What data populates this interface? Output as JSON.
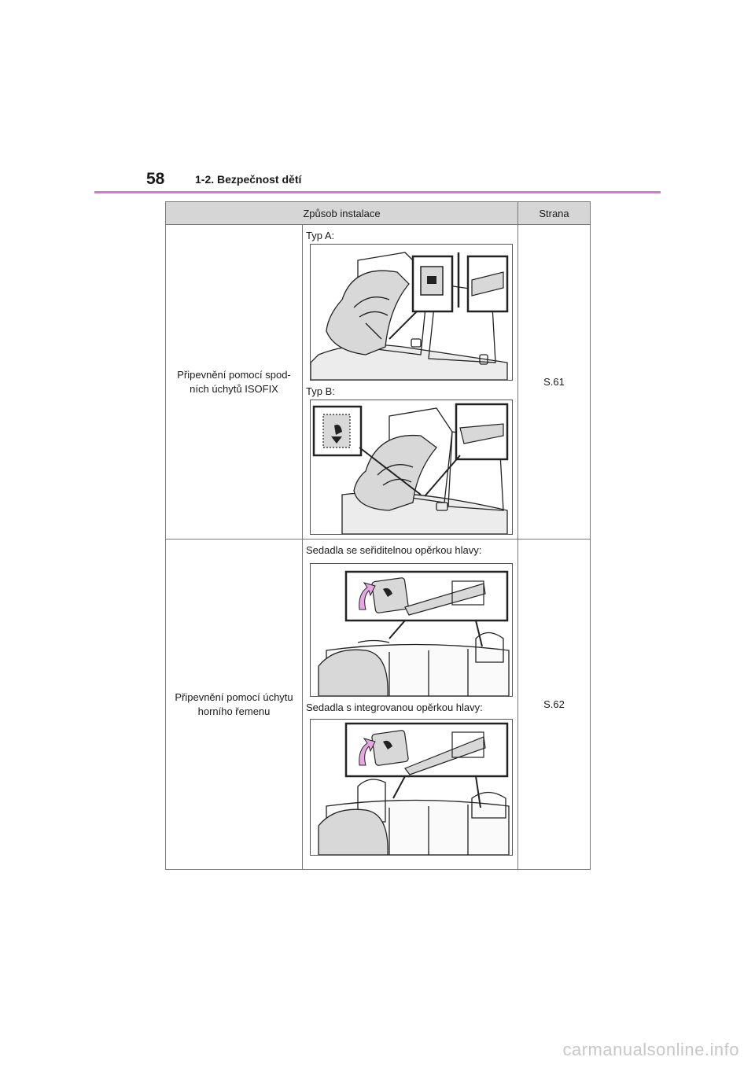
{
  "header": {
    "page_number": "58",
    "section_title": "1-2. Bezpečnost dětí",
    "accent_color": "#d977d4"
  },
  "table": {
    "col_method": "Způsob instalace",
    "col_page": "Strana",
    "rows": [
      {
        "method": "Připevnění pomocí spod-\nních úchytů ISOFIX",
        "page": "S.61",
        "figures": [
          "Typ A:",
          "Typ B:"
        ]
      },
      {
        "method": "Připevnění pomocí úchytu\nhorního řemenu",
        "page": "S.62",
        "figures": [
          "Sedadla se seřiditelnou opěrkou hlavy:",
          "Sedadla s integrovanou opěrkou hlavy:"
        ]
      }
    ]
  },
  "icons": [
    "isofix-seat-icon",
    "top-tether-icon",
    "pink-arrow-icon"
  ],
  "colors": {
    "figure_fill": "#d8d8d8",
    "highlight_arrow": "#e6a6e3"
  },
  "footer": {
    "watermark": "carmanualsonline.info"
  }
}
